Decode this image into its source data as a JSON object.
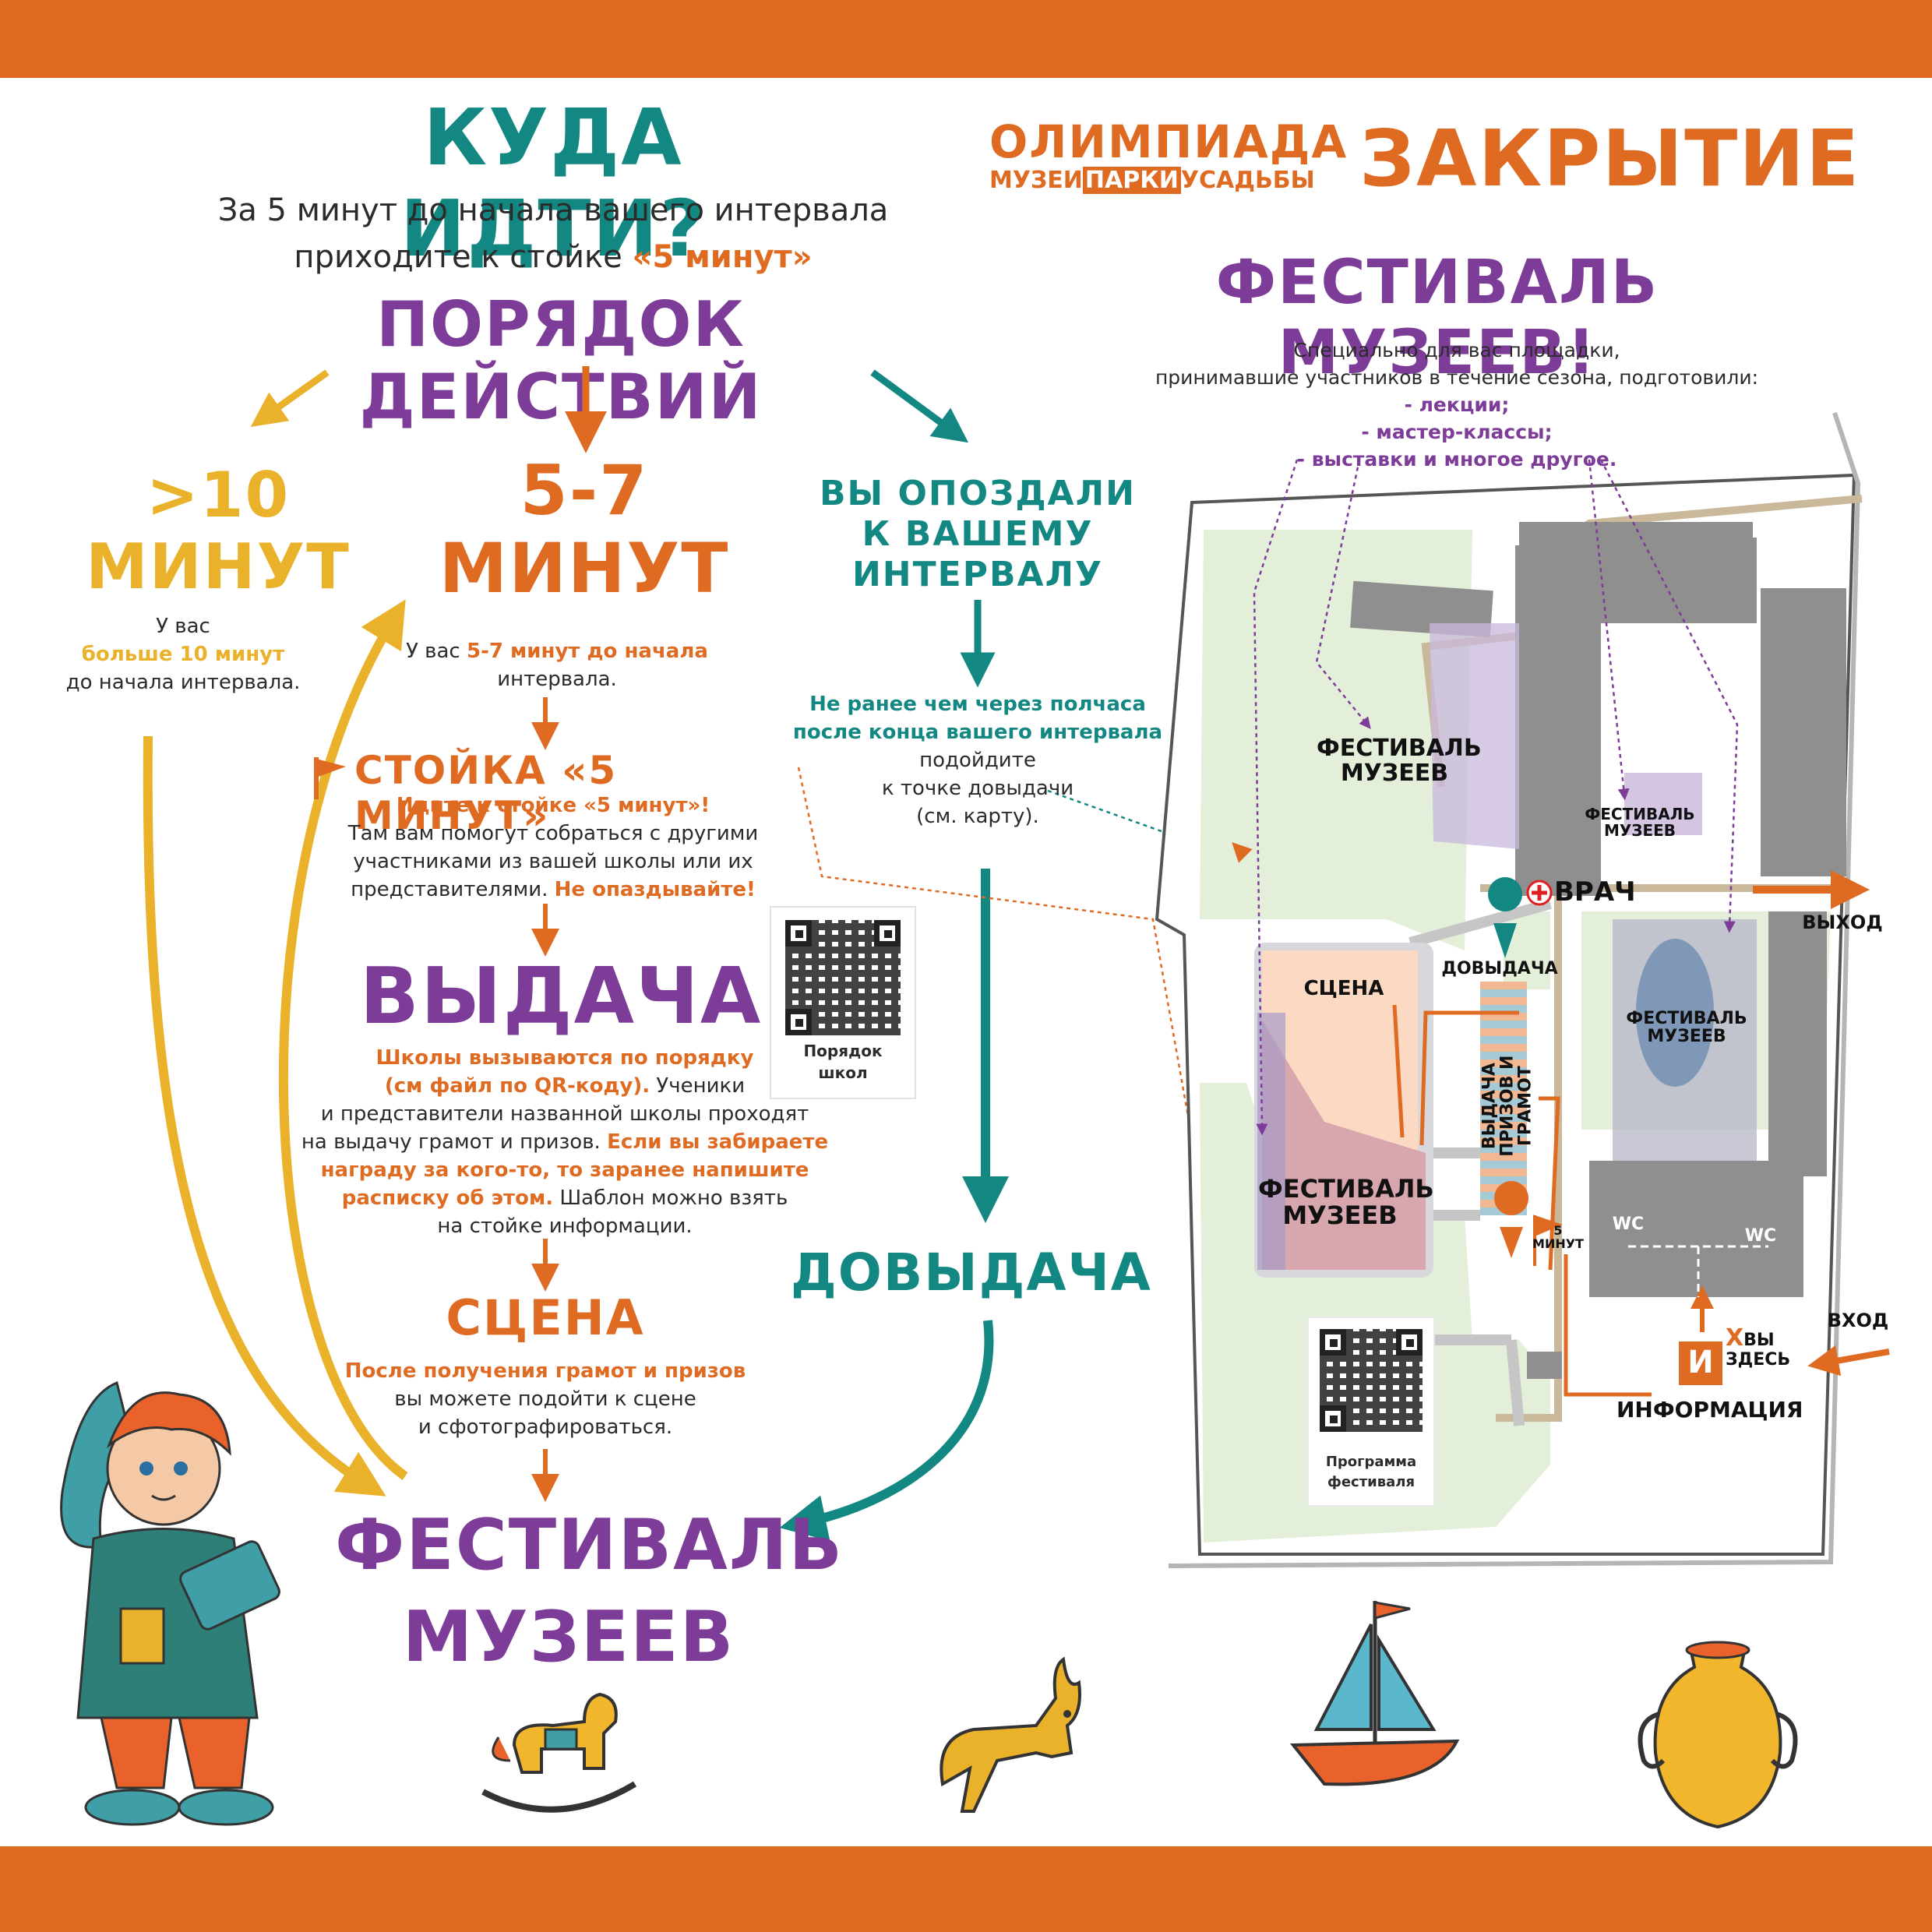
{
  "colors": {
    "orange": "#df6b22",
    "teal": "#138882",
    "purple": "#7d3c98",
    "yellow": "#eab22a",
    "map_green": "#e3efd9",
    "map_building": "#8f8f8f"
  },
  "left": {
    "title": "КУДА ИДТИ?",
    "subtitle_line1": "За 5 минут до начала вашего интервала",
    "subtitle_line2_pre": "приходите к стойке ",
    "subtitle_line2_hl": "«5 минут»",
    "procedure_title": "ПОРЯДОК ДЕЙСТВИЙ",
    "col_more10": {
      "title1": ">10",
      "title2": "МИНУТ",
      "text1": "У вас",
      "text2": "больше 10 минут",
      "text3": "до начала интервала."
    },
    "col_5_7": {
      "title1": "5-7",
      "title2": "МИНУТ",
      "text1_pre": "У вас ",
      "text1_hl": "5-7 минут до начала",
      "text2": "интервала."
    },
    "col_late": {
      "title1": "ВЫ ОПОЗДАЛИ",
      "title2": "К ВАШЕМУ",
      "title3": "ИНТЕРВАЛУ",
      "text1": "Не ранее чем через полчаса",
      "text2": "после конца вашего интервала",
      "text3": "подойдите",
      "text4": "к точке довыдачи",
      "text5": "(см. карту).",
      "final": "ДОВЫДАЧА"
    },
    "stand": {
      "title": "СТОЙКА «5 МИНУТ»",
      "hl": "Идите к стойке «5 минут»!",
      "text1": "Там вам помогут собраться с другими",
      "text2": "участниками из вашей школы или их",
      "text3_pre": "представителями. ",
      "text3_hl": "Не опаздывайте!"
    },
    "issue": {
      "title": "ВЫДАЧА",
      "hl1": "Школы вызываются по порядку",
      "hl2": "(см файл по QR-коду).",
      "t2": " Ученики",
      "t3": "и представители названной школы проходят",
      "t4_pre": "на выдачу грамот и призов. ",
      "t4_hl": "Если вы забираете",
      "t5_hl": "награду за кого-то, то заранее напишите",
      "t6_hl": "расписку об этом.",
      "t6": " Шаблон можно взять",
      "t7": "на стойке информации."
    },
    "qr1_caption1": "Порядок",
    "qr1_caption2": "школ",
    "stage": {
      "title": "СЦЕНА",
      "hl": "После получения грамот и призов",
      "t1": "вы можете подойти к сцене",
      "t2": "и сфотографироваться."
    },
    "festival1": "ФЕСТИВАЛЬ",
    "festival2": "МУЗЕЕВ"
  },
  "right": {
    "logo_top": "ОЛИМПИАДА",
    "logo_1": "МУЗЕИ",
    "logo_2": "ПАРКИ",
    "logo_3": "УСАДЬБЫ",
    "closing": "ЗАКРЫТИЕ",
    "festival_title": "ФЕСТИВАЛЬ МУЗЕЕВ!",
    "desc1": "Специально для вас площадки,",
    "desc2": "принимавшие участников в течение сезона, подготовили:",
    "items": [
      "- лекции;",
      "- мастер-классы;",
      "- выставки и многое другое."
    ],
    "map": {
      "festival_a1": "ФЕСТИВАЛЬ",
      "festival_a2": "МУЗЕЕВ",
      "festival_b1": "ФЕСТИВАЛЬ",
      "festival_b2": "МУЗЕЕВ",
      "festival_c1": "ФЕСТИВАЛЬ",
      "festival_c2": "МУЗЕЕВ",
      "festival_d1": "ФЕСТИВАЛЬ",
      "festival_d2": "МУЗЕЕВ",
      "doctor": "ВРАЧ",
      "exit": "ВЫХОД",
      "dovydacha": "ДОВЫДАЧА",
      "stage": "СЦЕНА",
      "issue1": "ВЫДАЧА",
      "issue2": "ПРИЗОВ И ГРАМОТ",
      "five1": "5",
      "five2": "МИНУТ",
      "wc": "WC",
      "entrance": "ВХОД",
      "you_x": "X",
      "you1": "ВЫ",
      "you2": "ЗДЕСЬ",
      "info_letter": "И",
      "info": "ИНФОРМАЦИЯ",
      "qr2_caption1": "Программа",
      "qr2_caption2": "фестиваля"
    }
  }
}
